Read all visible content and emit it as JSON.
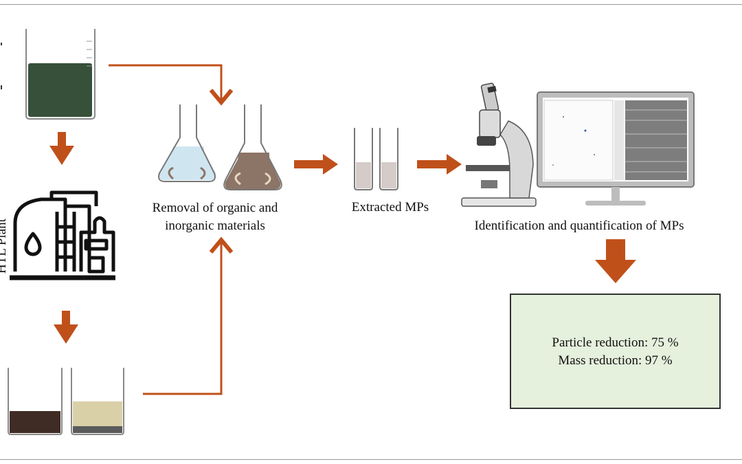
{
  "colors": {
    "arrow": "#c0501a",
    "wastewater": "#36503a",
    "biocrude": "#3f2c25",
    "aqueous": "#d9d0a8",
    "solid": "#5b5b5b",
    "flask_light": "#cfe6f0",
    "flask_dark": "#8c7466",
    "result_box": "#e5f0dd"
  },
  "labels": {
    "plant": "HTL Plant",
    "removal_line1": "Removal of  organic  and",
    "removal_line2": "inorganic  materials",
    "extracted": "Extracted MPs",
    "identification": "Identification and quantification of MPs"
  },
  "results": {
    "particle": "Particle reduction: 75 %",
    "mass": "Mass reduction: 97 %"
  },
  "icons": [
    "beaker-icon",
    "htl-plant-icon",
    "flask-icon",
    "test-tube-icon",
    "microscope-icon",
    "monitor-icon",
    "arrow-icon"
  ]
}
